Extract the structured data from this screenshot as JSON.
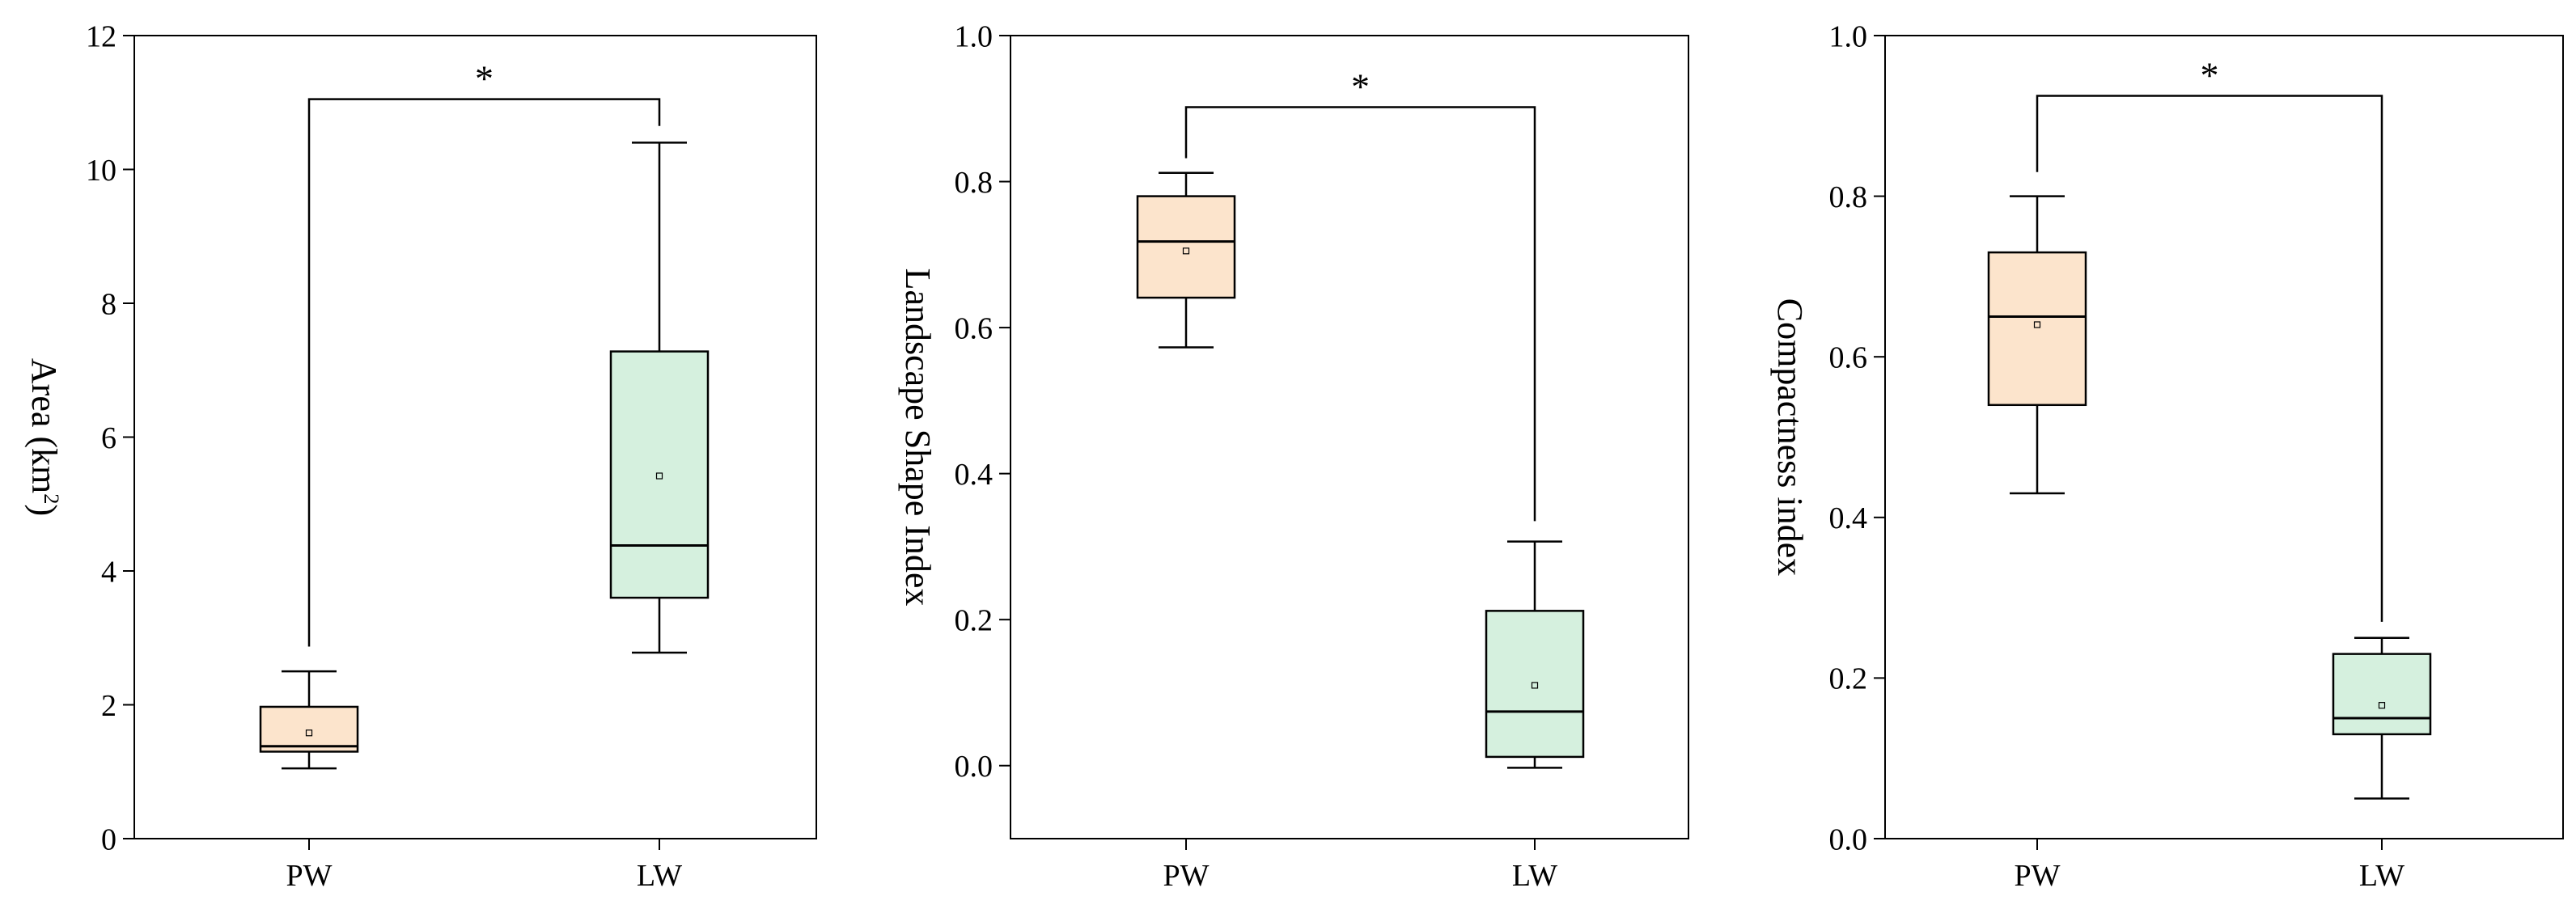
{
  "colors": {
    "pw_fill": "#FCE4CC",
    "lw_fill": "#D5F0DE",
    "stroke": "#000000"
  },
  "chart_data": [
    {
      "type": "box",
      "ylabel": "Area (km²)",
      "ylabel_main": "Area (km",
      "ylabel_sup": "2",
      "ylabel_tail": ")",
      "categories": [
        "PW",
        "LW"
      ],
      "ylim": [
        0,
        12
      ],
      "yticks": [
        0,
        2,
        4,
        6,
        8,
        10,
        12
      ],
      "tick_decimals": 0,
      "grid": false,
      "series": [
        {
          "category": "PW",
          "whisker_low": 1.05,
          "q1": 1.3,
          "median": 1.38,
          "q3": 1.97,
          "whisker_high": 2.5,
          "mean": 1.58
        },
        {
          "category": "LW",
          "whisker_low": 2.78,
          "q1": 3.6,
          "median": 4.38,
          "q3": 7.28,
          "whisker_high": 10.4,
          "mean": 5.42
        }
      ],
      "significance": {
        "label": "*",
        "bracket_y": 11.05,
        "left_bottom": 2.87,
        "right_bottom": 10.65
      }
    },
    {
      "type": "box",
      "ylabel": "Landscape Shape Index",
      "categories": [
        "PW",
        "LW"
      ],
      "ylim": [
        -0.1,
        1.0
      ],
      "yticks": [
        0.0,
        0.2,
        0.4,
        0.6,
        0.8,
        1.0
      ],
      "tick_decimals": 1,
      "grid": false,
      "series": [
        {
          "category": "PW",
          "whisker_low": 0.573,
          "q1": 0.641,
          "median": 0.718,
          "q3": 0.78,
          "whisker_high": 0.812,
          "mean": 0.705
        },
        {
          "category": "LW",
          "whisker_low": -0.003,
          "q1": 0.012,
          "median": 0.074,
          "q3": 0.212,
          "whisker_high": 0.307,
          "mean": 0.11
        }
      ],
      "significance": {
        "label": "*",
        "bracket_y": 0.902,
        "left_bottom": 0.832,
        "right_bottom": 0.335
      }
    },
    {
      "type": "box",
      "ylabel": "Compactness index",
      "categories": [
        "PW",
        "LW"
      ],
      "ylim": [
        0.0,
        1.0
      ],
      "yticks": [
        0.0,
        0.2,
        0.4,
        0.6,
        0.8,
        1.0
      ],
      "tick_decimals": 1,
      "grid": false,
      "series": [
        {
          "category": "PW",
          "whisker_low": 0.43,
          "q1": 0.54,
          "median": 0.65,
          "q3": 0.73,
          "whisker_high": 0.8,
          "mean": 0.64
        },
        {
          "category": "LW",
          "whisker_low": 0.05,
          "q1": 0.13,
          "median": 0.15,
          "q3": 0.23,
          "whisker_high": 0.25,
          "mean": 0.166
        }
      ],
      "significance": {
        "label": "*",
        "bracket_y": 0.925,
        "left_bottom": 0.83,
        "right_bottom": 0.27
      }
    }
  ]
}
